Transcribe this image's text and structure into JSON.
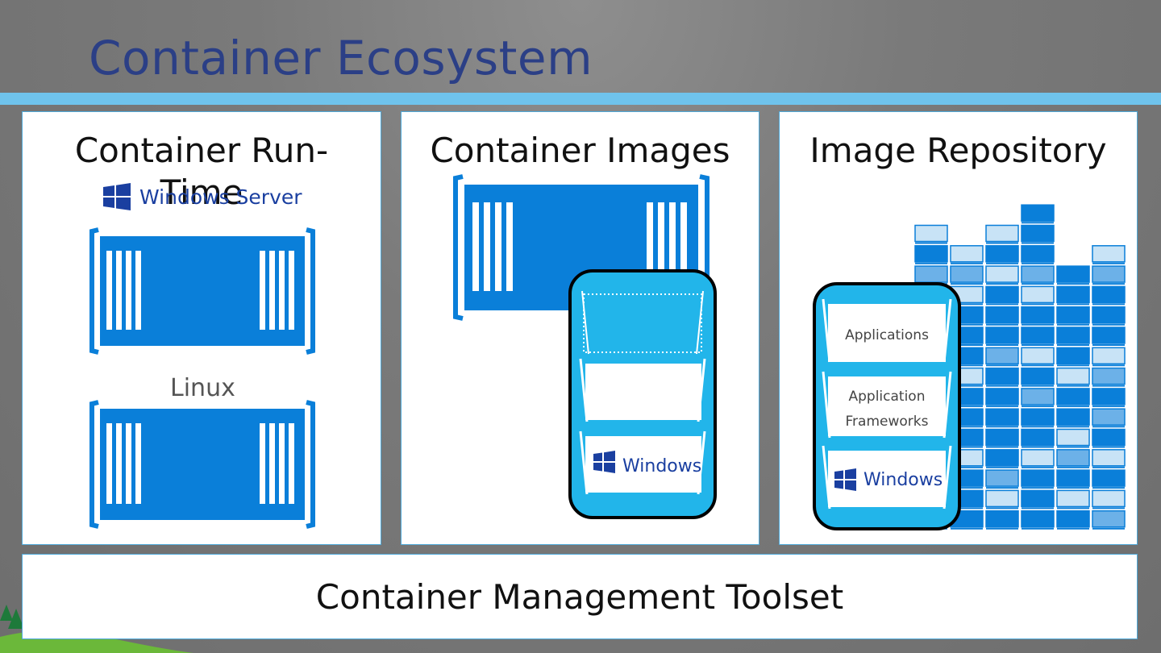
{
  "slide": {
    "title": "Container Ecosystem"
  },
  "panels": {
    "runtime": {
      "title": "Container Run-Time",
      "windows_server_label": "Windows Server",
      "linux_label": "Linux"
    },
    "images": {
      "title": "Container Images",
      "windows_label": "Windows"
    },
    "repository": {
      "title": "Image Repository",
      "layers": [
        "Applications",
        "Application Frameworks",
        "Windows"
      ]
    }
  },
  "footer": {
    "label": "Container Management Toolset"
  },
  "colors": {
    "title": "#2b3f86",
    "accent_bar": "#6fc3ec",
    "container_blue": "#0a7fd9",
    "cyan": "#22b5ea",
    "light_block": "#c8e3f6",
    "mid_block": "#6cb1e8",
    "windows_blue": "#1a3fa0"
  },
  "icons": [
    "windows-logo-icon",
    "shipping-container-icon"
  ]
}
